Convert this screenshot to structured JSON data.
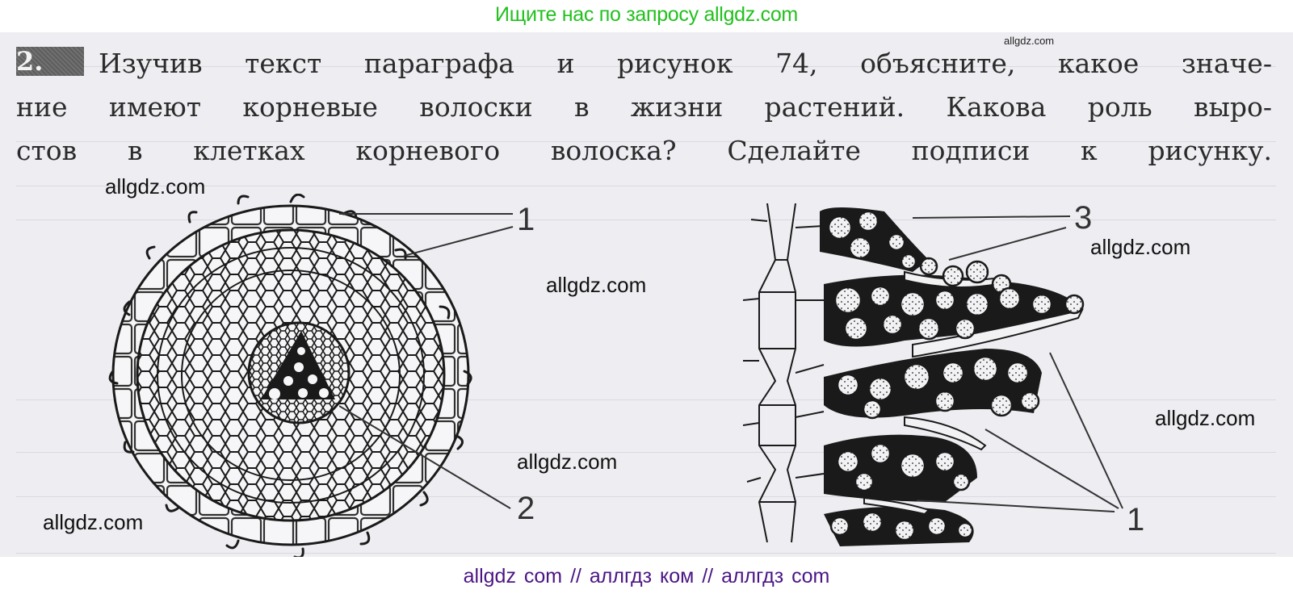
{
  "header": {
    "banner_text": "Ищите нас по запросу allgdz.com",
    "banner_color": "#22c01e"
  },
  "task": {
    "number": "2.",
    "lines": [
      "Изучив текст параграфа и рисунок 74, объясните, какое значе-",
      "ние имеют корневые волоски в жизни растений. Какова роль выро-",
      "стов в клетках корневого волоска? Сделайте подписи к рисунку."
    ]
  },
  "figures": {
    "left": {
      "description": "root cross-section",
      "labels": [
        "1",
        "2"
      ]
    },
    "right": {
      "description": "root hairs with soil particles",
      "labels": [
        "3",
        "1"
      ]
    }
  },
  "watermarks": {
    "top_right_small": "allgdz.com",
    "w1": "allgdz.com",
    "w2": "allgdz.com",
    "w3": "allgdz.com",
    "w4": "allgdz.com",
    "w5": "allgdz.com",
    "w6": "allgdz.com"
  },
  "footer": {
    "banner_text": "allgdz com  //  аллгдз ком  //  аллгдз com",
    "banner_color": "#4b1584"
  }
}
